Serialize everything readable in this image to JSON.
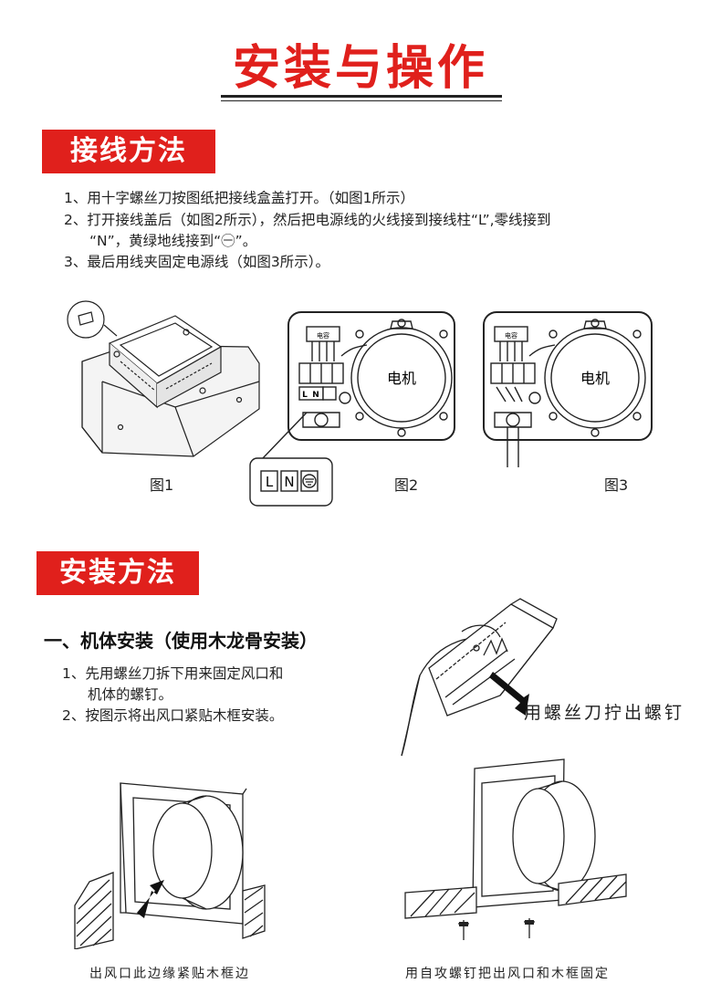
{
  "title": "安装与操作",
  "wiring": {
    "heading": "接线方法",
    "steps": [
      "1、用十字螺丝刀按图纸把接线盒盖打开。（如图1所示）",
      "2、打开接线盖后（如图2所示），然后把电源线的火线接到接线柱“L”,零线接到",
      "“N”，黄绿地线接到“㊀”。",
      "3、最后用线夹固定电源线（如图3所示）。"
    ],
    "figures": {
      "fig1_caption": "图1",
      "fig2_caption": "图2",
      "fig3_caption": "图3",
      "capacitor_label": "电容",
      "motor_label": "电机",
      "terminal_l": "L",
      "terminal_n": "N"
    }
  },
  "install": {
    "heading": "安装方法",
    "subheading": "一、机体安装（使用木龙骨安装）",
    "steps": [
      "1、先用螺丝刀拆下用来固定风口和",
      "机体的螺钉。",
      "2、按图示将出风口紧贴木框安装。"
    ],
    "screw_callout": "用螺丝刀拧出螺钉",
    "left_caption": "出风口此边缘紧贴木框边",
    "right_caption": "用自攻螺钉把出风口和木框固定"
  },
  "colors": {
    "accent": "#e0201c",
    "text": "#222222"
  }
}
